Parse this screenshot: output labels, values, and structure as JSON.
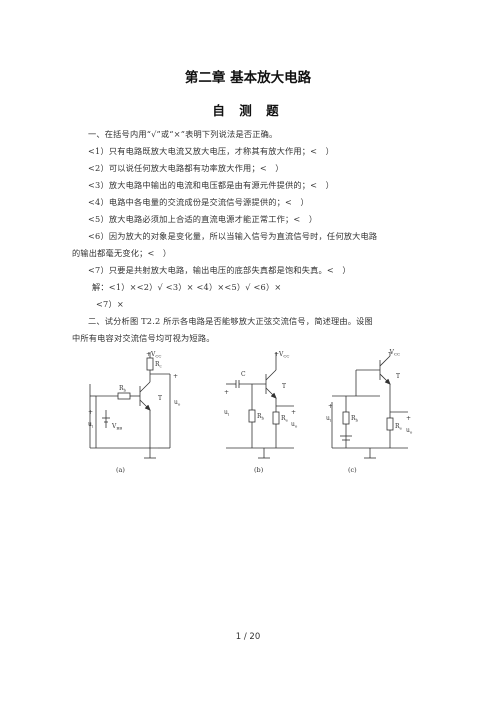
{
  "chapter_title": "第二章 基本放大电路",
  "section_title": "自 测 题",
  "q1": {
    "intro": "一、在括号内用“√”或“×”表明下列说法是否正确。",
    "items": [
      "<1）只有电路既放大电流又放大电压，才称其有放大作用；<　）",
      "<2）可以说任何放大电路都有功率放大作用；<　）",
      "<3）放大电路中输出的电流和电压都是由有源元件提供的；<　）",
      "<4）电路中各电量的交流成份是交流信号源提供的；<　）",
      "<5）放大电路必须加上合适的直流电源才能正常工作；<　）",
      "<6）因为放大的对象是变化量，所以当输入信号为直流信号时，任何放大电路",
      "的输出都毫无变化；<　）",
      "<7）只要是共射放大电路，输出电压的底部失真都是饱和失真。<　）"
    ],
    "answer_line1": "解：<1）×<2）√ <3）× <4）×<5）√ <6）×",
    "answer_line2": "<7）×"
  },
  "q2": {
    "line1": "二、试分析图 T2.2 所示各电路是否能够放大正弦交流信号，简述理由。设图",
    "line2": "中所有电容对交流信号均可视为短路。"
  },
  "figure": {
    "label_vcc": "+V",
    "label_neg_vcc": "-V",
    "sub_cc": "CC",
    "label_vbb": "V",
    "sub_bb": "BB",
    "label_rb": "R",
    "sub_b": "b",
    "label_rc": "R",
    "sub_c": "c",
    "label_re": "R",
    "sub_e": "e",
    "label_c": "C",
    "label_t": "T",
    "label_ui": "u",
    "sub_i": "i",
    "label_uo": "u",
    "sub_o": "o",
    "plus": "+",
    "caption_a": "(a)",
    "caption_b": "(b)",
    "caption_c": "(c)"
  },
  "footer": "1 / 20"
}
